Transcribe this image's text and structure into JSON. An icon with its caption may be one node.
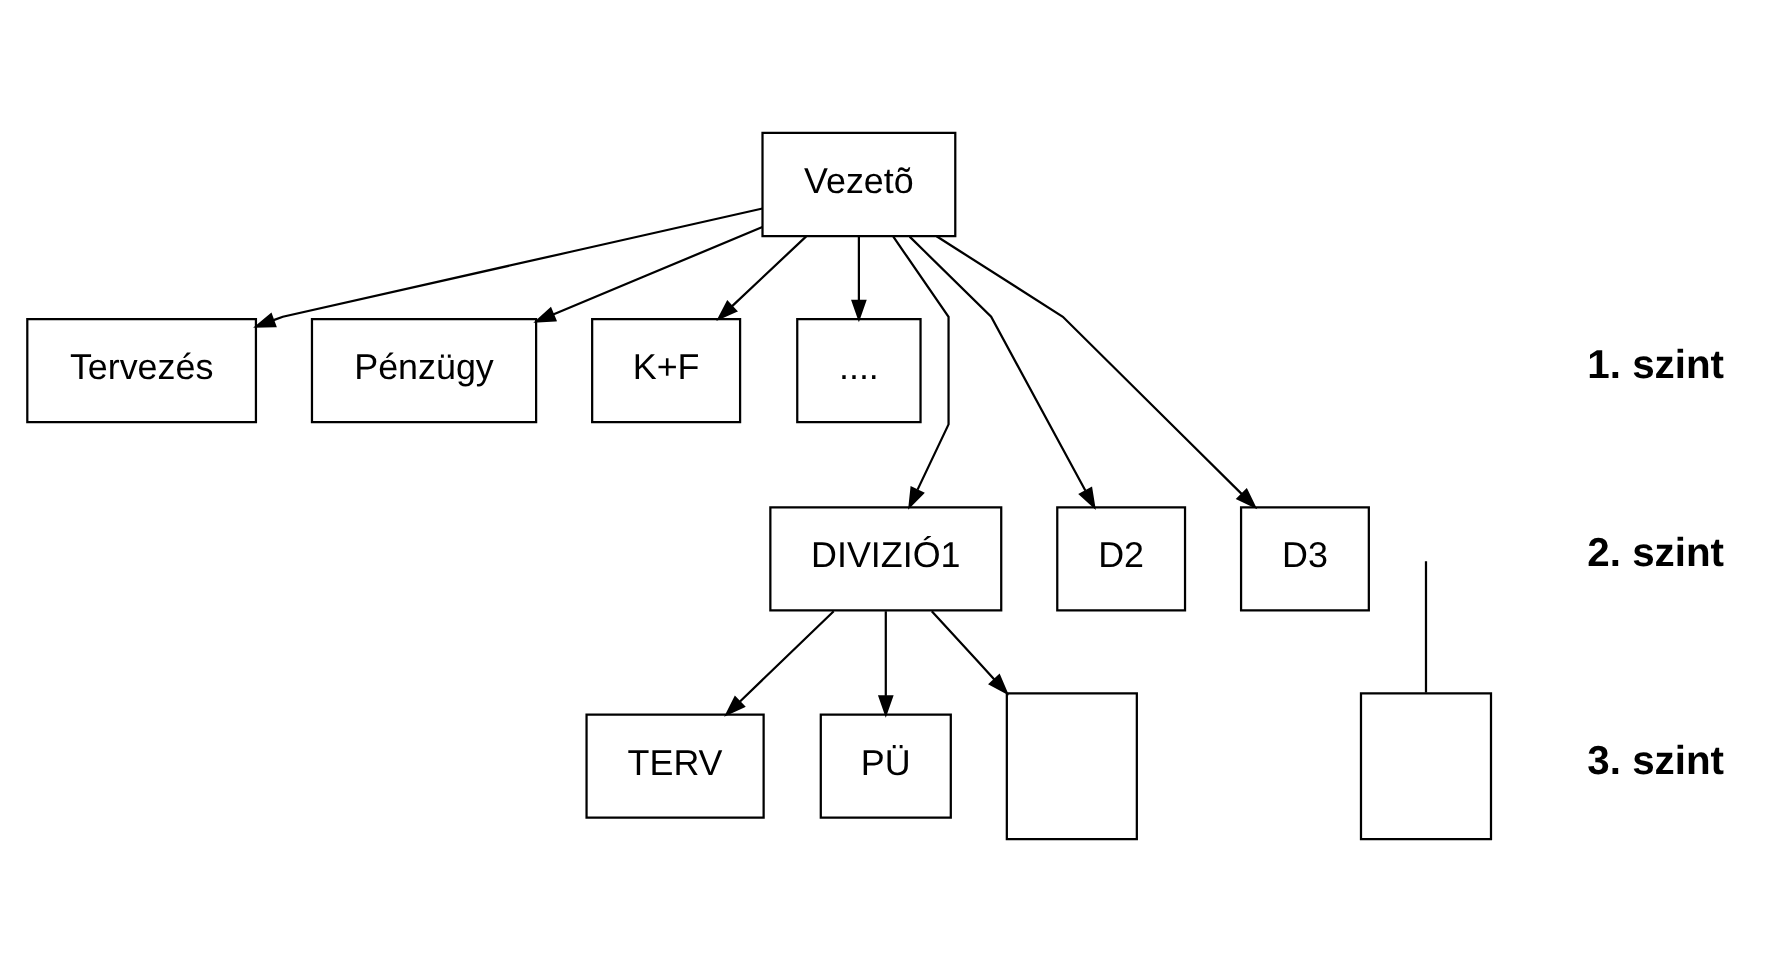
{
  "diagram": {
    "nodes": [
      {
        "text": [
          "Vezetõ"
        ]
      },
      {
        "text": [
          "Tervezés"
        ]
      },
      {
        "text": [
          "Pénzügy"
        ]
      },
      {
        "text": [
          "K+F"
        ]
      },
      {
        "text": [
          "...."
        ]
      },
      {
        "text": [
          "DIVIZIÓ1"
        ]
      },
      {
        "text": [
          "D2"
        ]
      },
      {
        "text": [
          "D3"
        ]
      },
      {
        "text": [
          "TERV"
        ]
      },
      {
        "text": [
          "PÜ"
        ]
      },
      {
        "text": [],
        "shape": "box"
      },
      {
        "text": [],
        "shape": "box"
      }
    ],
    "edges": [
      {
        "from": 0,
        "to": 1,
        "arrow": "to"
      },
      {
        "from": 0,
        "to": 2,
        "arrow": "to"
      },
      {
        "from": 0,
        "to": 3,
        "arrow": "to"
      },
      {
        "from": 0,
        "to": 4,
        "arrow": "to"
      },
      {
        "from": 0,
        "to": 5,
        "arrow": "to"
      },
      {
        "from": 0,
        "to": 6,
        "arrow": "to"
      },
      {
        "from": 0,
        "to": 7,
        "arrow": "to"
      },
      {
        "from": 5,
        "to": 8,
        "arrow": "to"
      },
      {
        "from": 5,
        "to": 9,
        "arrow": "to"
      },
      {
        "from": 5,
        "to": 10,
        "arrow": "to"
      },
      {
        "from": null,
        "to": 11,
        "arrow": "none"
      }
    ],
    "labels": [
      "1. szint",
      "2. szint",
      "3. szint"
    ]
  }
}
